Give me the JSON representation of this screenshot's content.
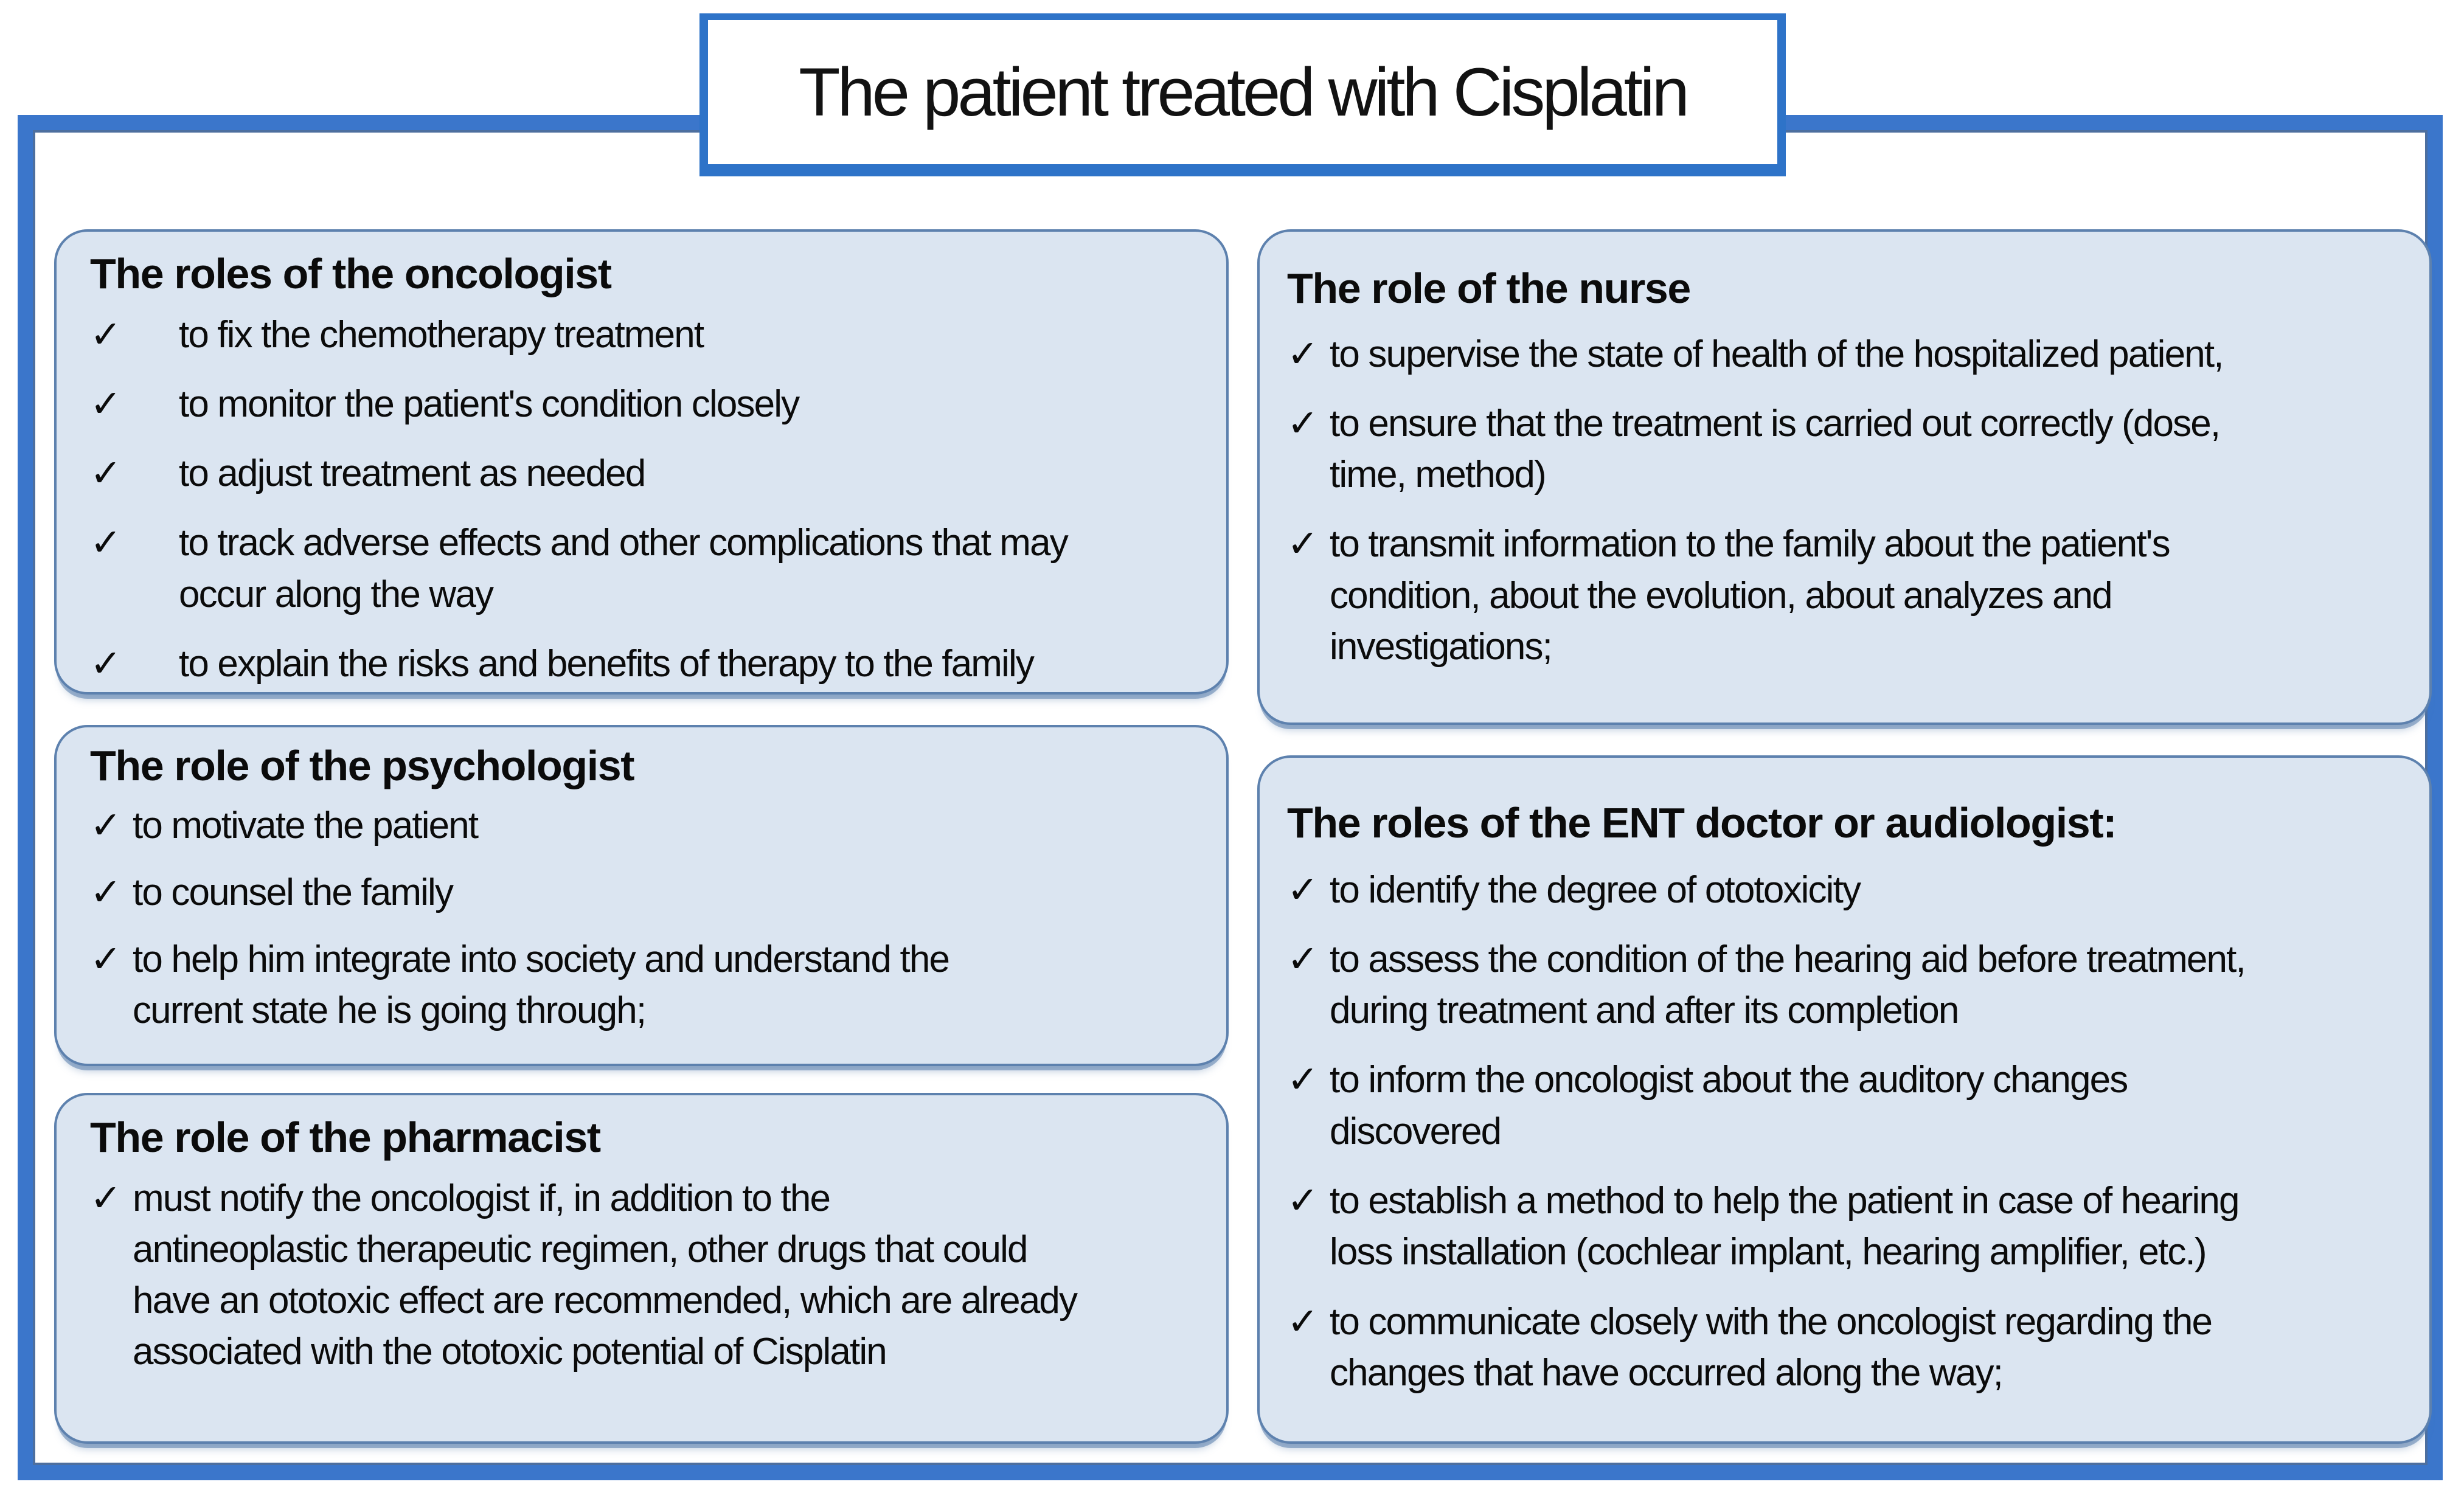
{
  "title": "The patient treated with Cisplatin",
  "checkmark": "✓",
  "colors": {
    "frame_blue": "#3b76cb",
    "frame_inner_line": "#4d6f9f",
    "title_border_blue": "#2e73c8",
    "box_fill": "#dbe5f1",
    "box_border": "#5d81ae",
    "text": "#0b0b0b"
  },
  "boxes": {
    "oncologist": {
      "heading": "The roles of the oncologist",
      "items": [
        "to fix the chemotherapy treatment",
        "to monitor the patient's condition closely",
        "to adjust treatment as needed",
        "to track adverse effects and other complications that may\noccur along the way",
        "to explain the risks and benefits of therapy to the family"
      ]
    },
    "psychologist": {
      "heading": "The role of the psychologist",
      "items": [
        "to motivate the patient",
        "to counsel the family",
        "to help him integrate into society and understand the\ncurrent state he is going through;"
      ]
    },
    "pharmacist": {
      "heading": "The role of the pharmacist",
      "items": [
        "must notify the oncologist if, in addition to the\nantineoplastic therapeutic regimen, other drugs that could\nhave an ototoxic effect are recommended, which are already\nassociated with the ototoxic potential of Cisplatin"
      ]
    },
    "nurse": {
      "heading": "The role of the nurse",
      "items": [
        "to supervise the state of health of the hospitalized patient,",
        "to ensure that the treatment is carried out correctly (dose,\ntime, method)",
        "to transmit information to the family about the patient's\ncondition, about the evolution, about analyzes and\ninvestigations;"
      ]
    },
    "ent": {
      "heading": "The roles of the ENT doctor or audiologist:",
      "items": [
        "to identify the degree of ototoxicity",
        "to assess the condition of the hearing aid before treatment,\nduring treatment and after its completion",
        "to inform the oncologist about the auditory changes\ndiscovered",
        "to establish a method to help the patient in case of hearing\nloss installation (cochlear implant, hearing amplifier, etc.)",
        "to communicate closely with the oncologist regarding the\nchanges that have occurred along the way;"
      ]
    }
  }
}
